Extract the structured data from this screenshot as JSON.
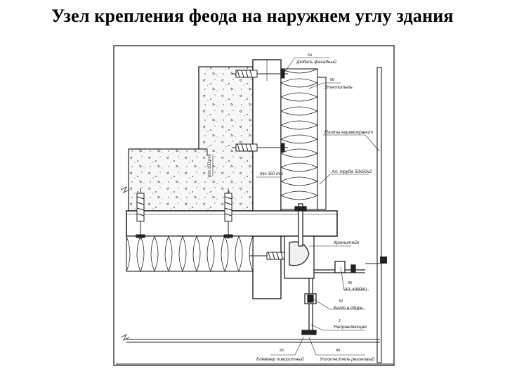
{
  "title": "Узел крепления феода на наружнем углу здания",
  "callouts": [
    {
      "num": "54",
      "text": "Дюбель фасадный"
    },
    {
      "num": "56",
      "text": "Утеплитель"
    },
    {
      "num": "",
      "text": "Плиты керамогранит"
    },
    {
      "num": "",
      "text": "Ал. труба 50х50х2"
    },
    {
      "num": "",
      "text": "Кронштейн"
    },
    {
      "num": "45",
      "text": "Ал. кляйко"
    },
    {
      "num": "40",
      "text": "Болт в сборе"
    },
    {
      "num": "2",
      "text": "Направляющая"
    },
    {
      "num": "26",
      "text": "Кляммер поворотный"
    },
    {
      "num": "49",
      "text": "Уплотнитель резиновый"
    }
  ],
  "dimensions": {
    "min_vertical": "min 150 mm",
    "min_horizontal": "min 150 mm"
  }
}
